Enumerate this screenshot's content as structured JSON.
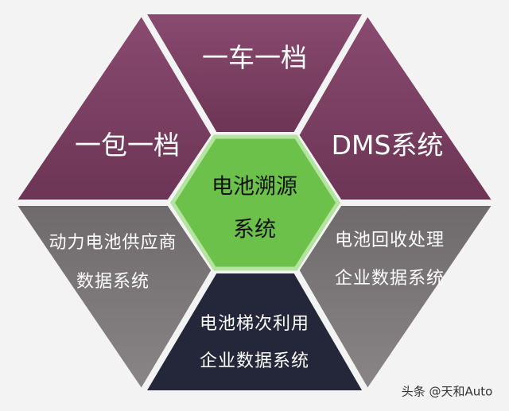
{
  "colors": {
    "purple": "#7b3e62",
    "grey": "#787475",
    "navy": "#24273a",
    "green": "#6cc14a",
    "background": "#f3f3f3"
  },
  "segments": {
    "top": "一车一档",
    "upper_left": "一包一档",
    "upper_right": "DMS系统",
    "lower_left": [
      "动力电池供应商",
      "数据系统"
    ],
    "lower_right": [
      "电池回收处理",
      "企业数据系统"
    ],
    "bottom": [
      "电池梯次利用",
      "企业数据系统"
    ]
  },
  "center": [
    "电池溯源",
    "系统"
  ],
  "watermark": "头条 @天和Auto"
}
